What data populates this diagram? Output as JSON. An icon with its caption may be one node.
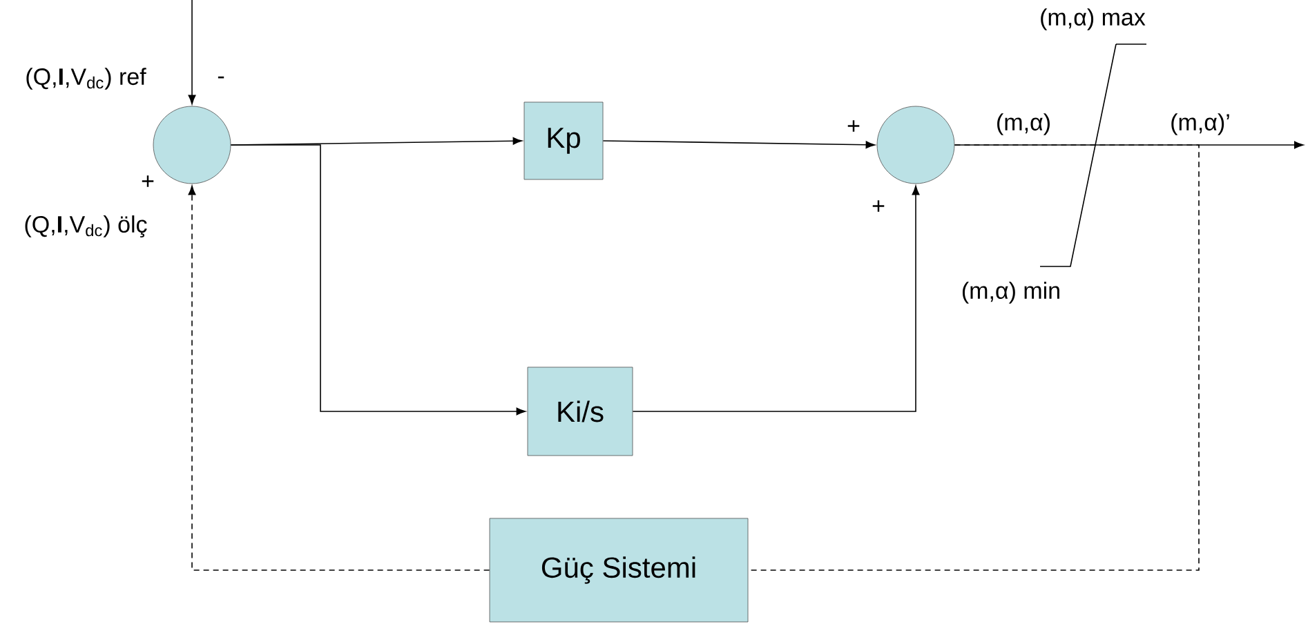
{
  "diagram": {
    "nodes": [
      {
        "text": [],
        "shape": "circle"
      },
      {
        "text": [
          "Kp"
        ]
      },
      {
        "text": [],
        "shape": "circle"
      },
      {
        "text": [
          "Ki/s"
        ]
      },
      {
        "text": [
          "Güç Sistemi"
        ]
      }
    ],
    "edges": [
      {
        "from": null,
        "to": 0,
        "arrow": "to"
      },
      {
        "from": 0,
        "to": 1,
        "arrow": "to"
      },
      {
        "from": 0,
        "to": 3,
        "arrow": "to"
      },
      {
        "from": 1,
        "to": 2,
        "arrow": "to"
      },
      {
        "from": 3,
        "to": 2,
        "arrow": "to"
      },
      {
        "from": 2,
        "to": null,
        "arrow": "to"
      },
      {
        "from": 2,
        "to": 4,
        "arrow": "none",
        "style": "dashed"
      },
      {
        "from": 4,
        "to": 0,
        "arrow": "to",
        "style": "dashed"
      }
    ],
    "labels": [
      "(m,α) max",
      "(Q,**I**,V$_{dc}$) ref",
      "-",
      "+",
      "(m,α)",
      "(m,α)’",
      "+",
      "+",
      "(Q,**I**,V$_{dc}$) ölç",
      "(m,α) min"
    ]
  }
}
